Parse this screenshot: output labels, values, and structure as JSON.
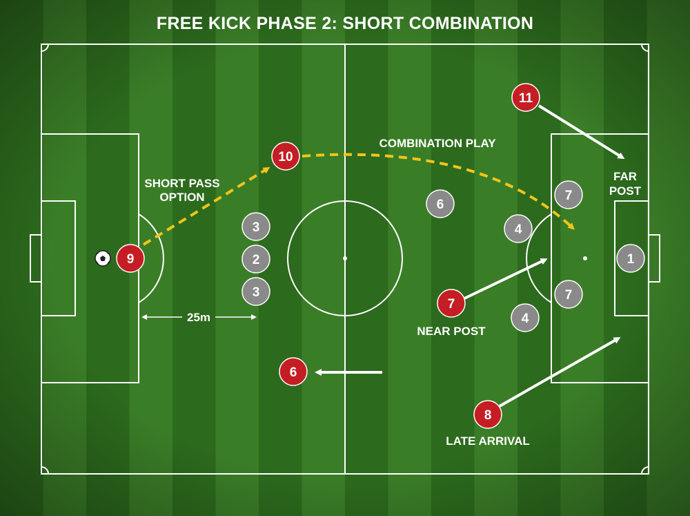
{
  "title": "FREE KICK PHASE 2: SHORT COMBINATION",
  "colors": {
    "attacker": "#c41e24",
    "defender": "#8a8a8a",
    "grass_dark": "#2c6a1d",
    "grass_light": "#3a7d27",
    "lines": "#ffffff",
    "dashed_path": "#f2c51a",
    "run_arrow": "#ffffff"
  },
  "labels": {
    "short_pass_option_1": "SHORT PASS",
    "short_pass_option_2": "OPTION",
    "combination_play": "COMBINATION PLAY",
    "far_post_1": "FAR",
    "far_post_2": "POST",
    "near_post": "NEAR POST",
    "late_arrival": "LATE ARRIVAL",
    "distance": "25m"
  },
  "attackers": [
    "9",
    "10",
    "11",
    "7",
    "6",
    "8"
  ],
  "defenders": [
    "3",
    "2",
    "3",
    "6",
    "4",
    "7",
    "7",
    "4",
    "1"
  ],
  "icons": {
    "ball": "soccer-ball-icon"
  }
}
